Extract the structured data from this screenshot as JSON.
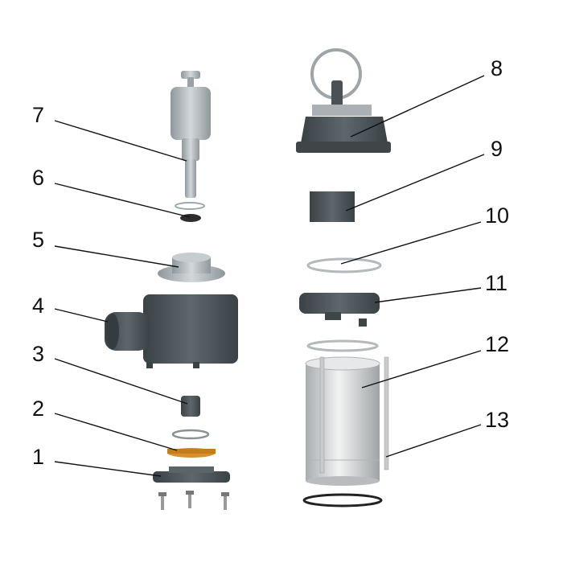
{
  "diagram": {
    "type": "exploded-parts-view",
    "colors": {
      "housing": "#4a5256",
      "light_part": "#b8c0c4",
      "steel": "#d8dadb",
      "impeller": "#d9902a",
      "seal": "#2a2a2a",
      "label": "#111111"
    },
    "labels": [
      {
        "id": "1",
        "text": "1"
      },
      {
        "id": "2",
        "text": "2"
      },
      {
        "id": "3",
        "text": "3"
      },
      {
        "id": "4",
        "text": "4"
      },
      {
        "id": "5",
        "text": "5"
      },
      {
        "id": "6",
        "text": "6"
      },
      {
        "id": "7",
        "text": "7"
      },
      {
        "id": "8",
        "text": "8"
      },
      {
        "id": "9",
        "text": "9"
      },
      {
        "id": "10",
        "text": "10"
      },
      {
        "id": "11",
        "text": "11"
      },
      {
        "id": "12",
        "text": "12"
      },
      {
        "id": "13",
        "text": "13"
      }
    ]
  }
}
